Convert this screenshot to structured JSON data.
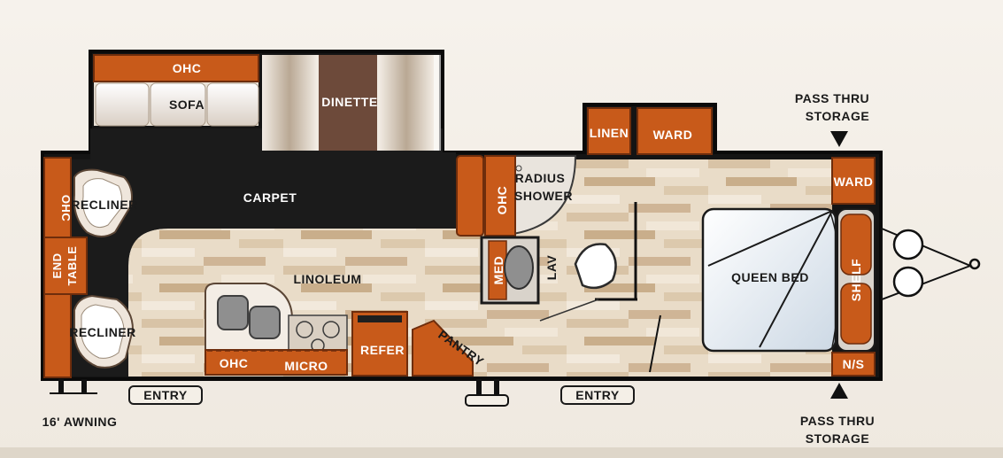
{
  "colors": {
    "wall": "#111111",
    "carpet": "#1c1c1c",
    "cabinet": "#c85a1a",
    "cabinet_dark": "#7a3210",
    "floor_light": "#e8d9c4",
    "floor_dark": "#cdb597",
    "bed": "#dde6ef",
    "background": "#f3eee6"
  },
  "labels": {
    "ohc_top": "OHC",
    "sofa": "SOFA",
    "dinette": "DINETTE",
    "carpet": "CARPET",
    "ohc_left": "OHC",
    "recliner_top": "RECLINER",
    "end_table": "END TABLE",
    "end_table_line1": "END",
    "end_table_line2": "TABLE",
    "recliner_bottom": "RECLINER",
    "linoleum": "LINOLEUM",
    "ohc_kitchen": "OHC",
    "micro": "MICRO",
    "refer": "REFER",
    "pantry": "PANTRY",
    "linen": "LINEN",
    "ward_mid": "WARD",
    "radius_shower": "RADIUS SHOWER",
    "radius_line1": "RADIUS",
    "radius_line2": "SHOWER",
    "ohc_bath": "OHC",
    "med": "MED",
    "lav": "LAV",
    "queen_bed": "QUEEN BED",
    "ward_right": "WARD",
    "shelf": "SHELF",
    "ns": "N/S",
    "pass_thru_top_line1": "PASS THRU",
    "pass_thru_top_line2": "STORAGE",
    "pass_thru_bottom_line1": "PASS THRU",
    "pass_thru_bottom_line2": "STORAGE",
    "entry_left": "ENTRY",
    "entry_right": "ENTRY",
    "awning": "16' AWNING"
  }
}
